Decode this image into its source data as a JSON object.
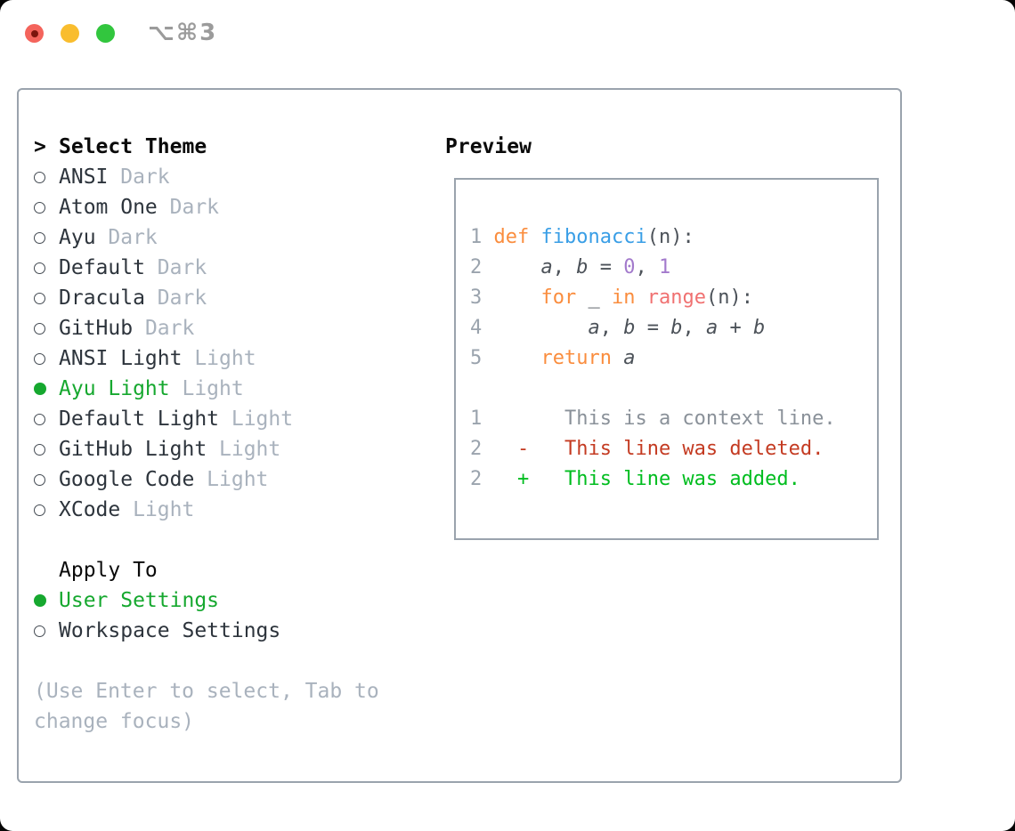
{
  "window": {
    "shortcut_label": "⌥⌘3"
  },
  "traffic_lights": {
    "close": "#f4645c",
    "close_dot": "#7c150d",
    "minimize": "#f9bd2e",
    "zoom": "#32c63e"
  },
  "colors": {
    "accent_green": "#16a82f",
    "list_text": "#2d343c",
    "muted_gray": "#a9b2bd",
    "border_gray": "#9aa3ad",
    "header_black": "#0a0a0a",
    "code_plain": "#4c5259",
    "line_number": "#9aa3ad",
    "keyword_orange": "#fa8d3e",
    "function_blue": "#399ee6",
    "number_purple": "#a37acc",
    "call_coral": "#f07171",
    "context_gray": "#8a9199",
    "deleted_red": "#c43b22",
    "added_green": "#00bd1f",
    "title_gray": "#9b9b9b"
  },
  "theme_picker": {
    "header_marker": ">",
    "header": "Select Theme",
    "items": [
      {
        "label": "ANSI",
        "variant": "Dark",
        "selected": false
      },
      {
        "label": "Atom One",
        "variant": "Dark",
        "selected": false
      },
      {
        "label": "Ayu",
        "variant": "Dark",
        "selected": false
      },
      {
        "label": "Default",
        "variant": "Dark",
        "selected": false
      },
      {
        "label": "Dracula",
        "variant": "Dark",
        "selected": false
      },
      {
        "label": "GitHub",
        "variant": "Dark",
        "selected": false
      },
      {
        "label": "ANSI Light",
        "variant": "Light",
        "selected": false
      },
      {
        "label": "Ayu Light",
        "variant": "Light",
        "selected": true
      },
      {
        "label": "Default Light",
        "variant": "Light",
        "selected": false
      },
      {
        "label": "GitHub Light",
        "variant": "Light",
        "selected": false
      },
      {
        "label": "Google Code",
        "variant": "Light",
        "selected": false
      },
      {
        "label": "XCode",
        "variant": "Light",
        "selected": false
      }
    ],
    "apply_to": {
      "header": "Apply To",
      "options": [
        {
          "label": "User Settings",
          "selected": true
        },
        {
          "label": "Workspace Settings",
          "selected": false
        }
      ]
    },
    "hint": "(Use Enter to select, Tab to change focus)"
  },
  "preview": {
    "header": "Preview",
    "lines": [
      {
        "num": "1",
        "segs": [
          {
            "t": "def",
            "c": "kw"
          },
          {
            "t": " ",
            "c": "pl"
          },
          {
            "t": "fibonacci",
            "c": "fn"
          },
          {
            "t": "(n):",
            "c": "pl"
          }
        ]
      },
      {
        "num": "2",
        "segs": [
          {
            "t": "    ",
            "c": "pl"
          },
          {
            "t": "a",
            "c": "var"
          },
          {
            "t": ", ",
            "c": "pl"
          },
          {
            "t": "b",
            "c": "var"
          },
          {
            "t": " = ",
            "c": "pl"
          },
          {
            "t": "0",
            "c": "num"
          },
          {
            "t": ", ",
            "c": "pl"
          },
          {
            "t": "1",
            "c": "num"
          }
        ]
      },
      {
        "num": "3",
        "segs": [
          {
            "t": "    ",
            "c": "pl"
          },
          {
            "t": "for",
            "c": "kw"
          },
          {
            "t": " _ ",
            "c": "pl"
          },
          {
            "t": "in",
            "c": "kw"
          },
          {
            "t": " ",
            "c": "pl"
          },
          {
            "t": "range",
            "c": "call"
          },
          {
            "t": "(n):",
            "c": "pl"
          }
        ]
      },
      {
        "num": "4",
        "segs": [
          {
            "t": "        ",
            "c": "pl"
          },
          {
            "t": "a",
            "c": "var"
          },
          {
            "t": ", ",
            "c": "pl"
          },
          {
            "t": "b",
            "c": "var"
          },
          {
            "t": " = ",
            "c": "pl"
          },
          {
            "t": "b",
            "c": "var"
          },
          {
            "t": ", ",
            "c": "pl"
          },
          {
            "t": "a",
            "c": "var"
          },
          {
            "t": " + ",
            "c": "pl"
          },
          {
            "t": "b",
            "c": "var"
          }
        ]
      },
      {
        "num": "5",
        "segs": [
          {
            "t": "    ",
            "c": "pl"
          },
          {
            "t": "return",
            "c": "kw"
          },
          {
            "t": " ",
            "c": "pl"
          },
          {
            "t": "a",
            "c": "var"
          }
        ]
      },
      {
        "num": "",
        "segs": []
      },
      {
        "num": "1",
        "segs": [
          {
            "t": "      ",
            "c": "pl"
          },
          {
            "t": "This is a context line.",
            "c": "ctx"
          }
        ]
      },
      {
        "num": "2",
        "segs": [
          {
            "t": "  ",
            "c": "pl"
          },
          {
            "t": "-   This line was deleted.",
            "c": "del"
          }
        ]
      },
      {
        "num": "2",
        "segs": [
          {
            "t": "  ",
            "c": "pl"
          },
          {
            "t": "+   This line was added.",
            "c": "add"
          }
        ]
      }
    ]
  }
}
